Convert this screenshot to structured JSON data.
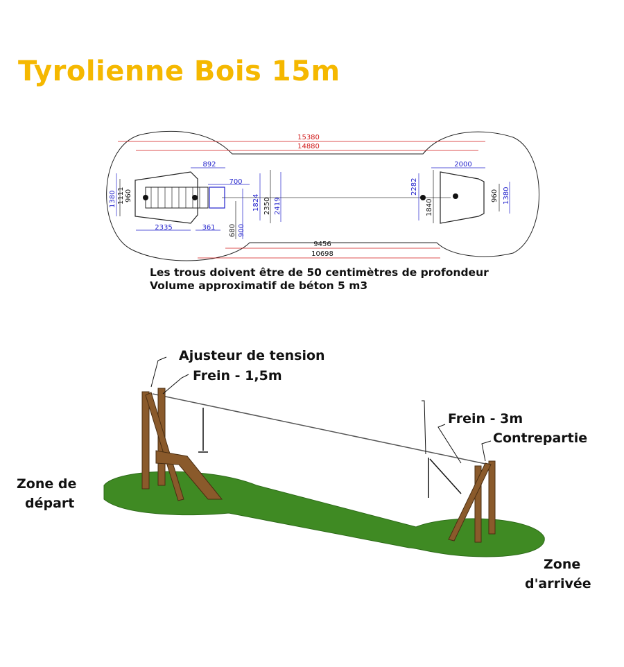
{
  "title": "Tyrolienne Bois 15m",
  "notes": [
    "Les trous doivent être de 50 centimètres de profondeur",
    "Volume approximatif de béton 5 m3"
  ],
  "plan_dimensions": {
    "overall_length": "15380",
    "cable_length": "14880",
    "platform_offset": "892",
    "platform_width": "700",
    "h1824": "1824",
    "h2350": "2350",
    "h2419": "2419",
    "left_1380": "1380",
    "left_1111": "1111",
    "left_960": "960",
    "left_2335": "2335",
    "left_361": "361",
    "v680": "680",
    "v900": "900",
    "span_9456": "9456",
    "span_10698": "10698",
    "right_2000": "2000",
    "right_2282": "2282",
    "right_1840": "1840",
    "right_960": "960",
    "right_1380": "1380"
  },
  "perspective_labels": {
    "tension": "Ajusteur de tension",
    "brake1": "Frein - 1,5m",
    "brake2": "Frein  - 3m",
    "counter": "Contrepartie",
    "start1": "Zone de",
    "start2": "départ",
    "end1": "Zone",
    "end2": "d'arrivée"
  },
  "colors": {
    "title": "#f5b800",
    "grass": "#3f8a23",
    "wood": "#8a5a2b"
  }
}
